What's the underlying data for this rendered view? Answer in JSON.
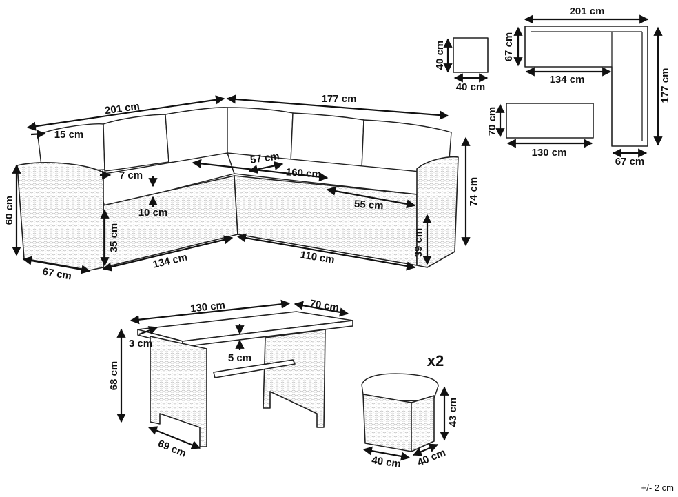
{
  "sofa": {
    "width_left": "201 cm",
    "width_right": "177 cm",
    "back_depth": "15 cm",
    "arm_width": "7 cm",
    "seat_depth_left": "57 cm",
    "seat_length": "160 cm",
    "seat_gap": "10 cm",
    "seat_depth_right": "55 cm",
    "arm_height": "60 cm",
    "seat_height_left": "35 cm",
    "seat_height_right": "39 cm",
    "total_height": "74 cm",
    "depth_left": "67 cm",
    "inner_length": "134 cm",
    "inner_length_right": "110 cm"
  },
  "table": {
    "length": "130 cm",
    "width": "70 cm",
    "top_thickness": "3 cm",
    "apron": "5 cm",
    "height": "68 cm",
    "depth": "69 cm"
  },
  "stool": {
    "count": "x2",
    "height": "43 cm",
    "width": "40 cm",
    "depth": "40 cm"
  },
  "plan": {
    "stool_side": "40 cm",
    "stool_top": "40 cm",
    "sofa_total": "201 cm",
    "sofa_depth": "67 cm",
    "sofa_inner": "134 cm",
    "sofa_height_side": "177 cm",
    "table_depth": "70 cm",
    "table_length": "130 cm",
    "corner_depth": "67 cm"
  },
  "note": "+/- 2 cm"
}
